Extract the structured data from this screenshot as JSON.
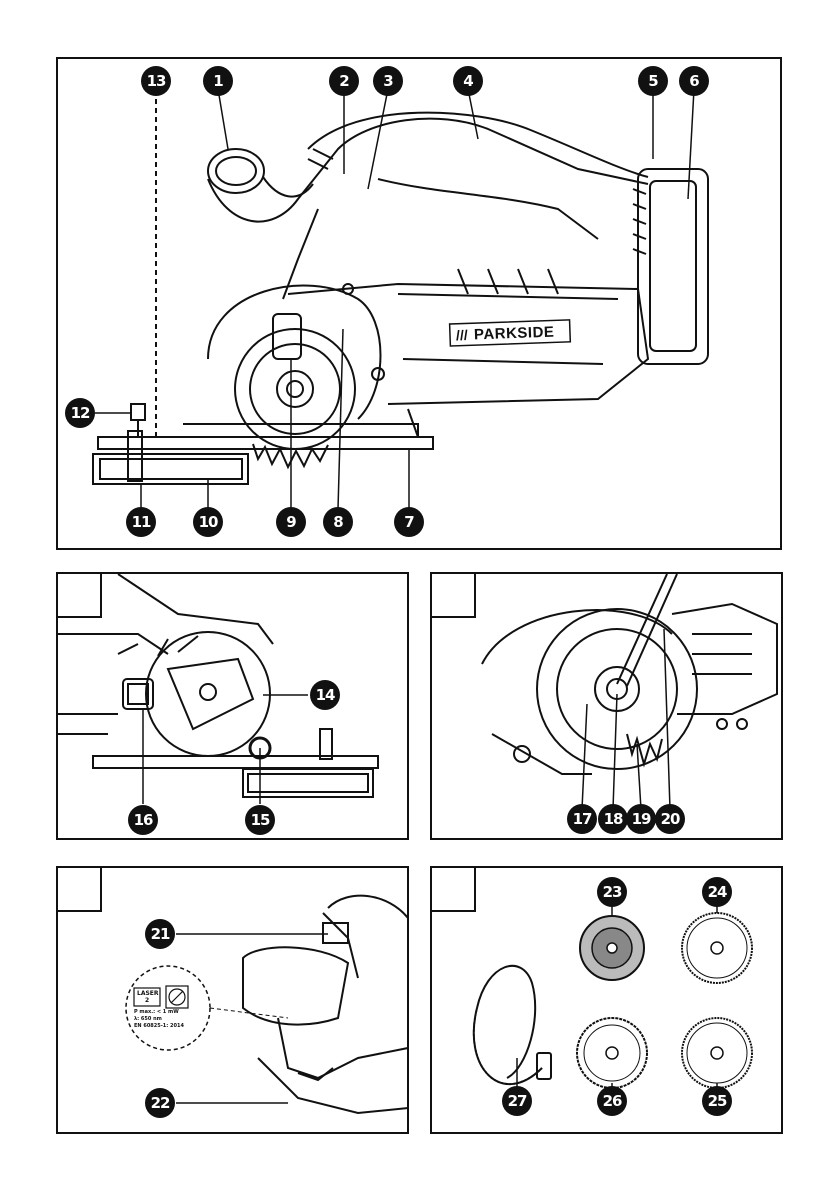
{
  "callouts": {
    "n1": "1",
    "n2": "2",
    "n3": "3",
    "n4": "4",
    "n5": "5",
    "n6": "6",
    "n7": "7",
    "n8": "8",
    "n9": "9",
    "n10": "10",
    "n11": "11",
    "n12": "12",
    "n13": "13",
    "n14": "14",
    "n15": "15",
    "n16": "16",
    "n17": "17",
    "n18": "18",
    "n19": "19",
    "n20": "20",
    "n21": "21",
    "n22": "22",
    "n23": "23",
    "n24": "24",
    "n25": "25",
    "n26": "26",
    "n27": "27"
  },
  "brand": {
    "logo": "PARKSIDE"
  },
  "laser_label": {
    "class": "LASER",
    "class_num": "2",
    "power": "P max.: < 1 mW",
    "wavelength": "λ: 650 nm",
    "standard": "EN 60825-1: 2014"
  }
}
